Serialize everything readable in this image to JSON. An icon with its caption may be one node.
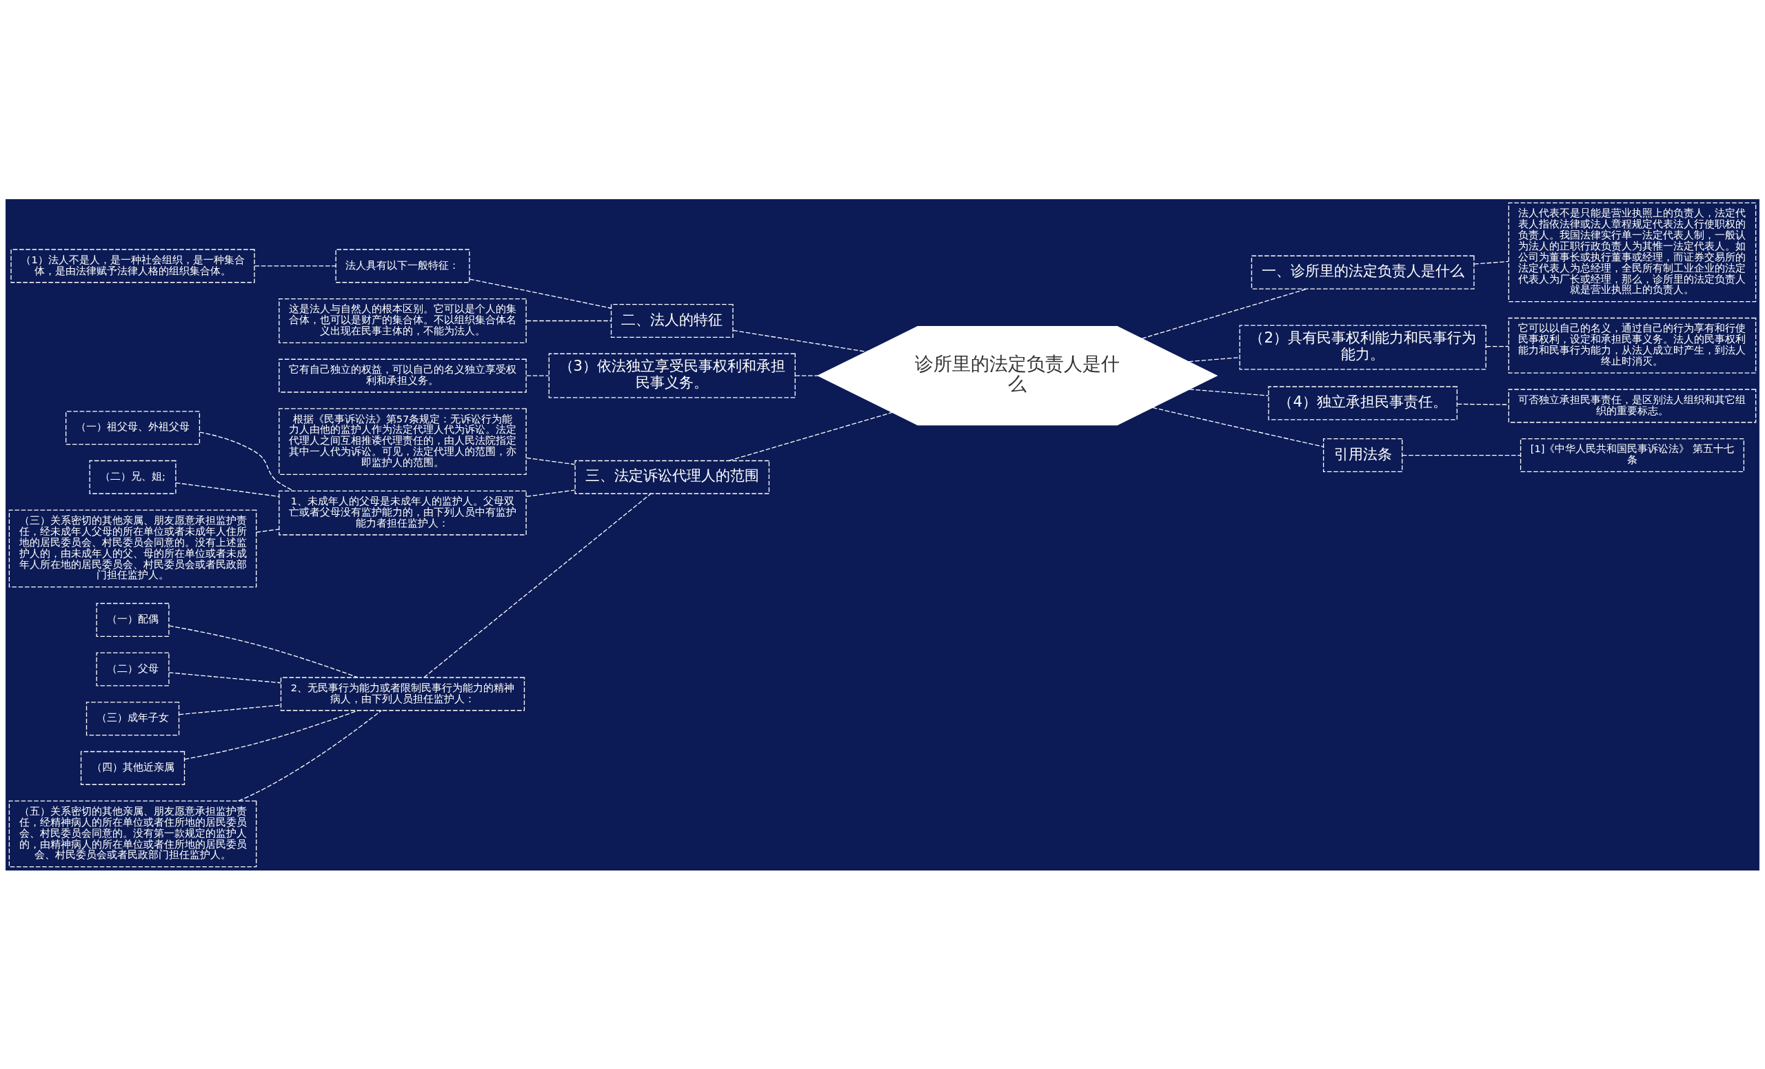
{
  "diagram": {
    "nodes": [
      {
        "text": [
          "诊所里的法定负责人是什么"
        ]
      },
      {
        "text": [
          "一、诊所里的法定负责人是什么"
        ]
      },
      {
        "text": [
          "法人代表不是只能是营业执照上的负责人，法定代表人指依法律或法人章程规定代表法人行使职权的负责人。我国法律实行单一法定代表人制，一般认为法人的正职行政负责人为其惟一法定代表人。如公司为董事长或执行董事或经理，而证券交易所的法定代表人为总经理，全民所有制工业企业的法定代表人为厂长或经理，那么，诊所里的法定负责人就是营业执照上的负责人。"
        ]
      },
      {
        "text": [
          "（2）具有民事权利能力和民事行为能力。"
        ]
      },
      {
        "text": [
          "它可以以自己的名义，通过自己的行为享有和行使民事权利，设定和承担民事义务。法人的民事权利能力和民事行为能力，从法人成立时产生，到法人终止时消灭。"
        ]
      },
      {
        "text": [
          "（4）独立承担民事责任。"
        ]
      },
      {
        "text": [
          "可否独立承担民事责任，是区别法人组织和其它组织的重要标志。"
        ]
      },
      {
        "text": [
          "引用法条"
        ]
      },
      {
        "text": [
          "[1]《中华人民共和国民事诉讼法》 第五十七条"
        ]
      },
      {
        "text": [
          "二、法人的特征"
        ]
      },
      {
        "text": [
          "法人具有以下一般特征："
        ]
      },
      {
        "text": [
          "（1）法人不是人，是一种社会组织，是一种集合体，是由法律赋予法律人格的组织集合体。"
        ]
      },
      {
        "text": [
          "这是法人与自然人的根本区别。它可以是个人的集合体，也可以是财产的集合体。不以组织集合体名义出现在民事主体的，不能为法人。"
        ]
      },
      {
        "text": [
          "（3）依法独立享受民事权利和承担民事义务。"
        ]
      },
      {
        "text": [
          "它有自己独立的权益，可以自己的名义独立享受权利和承担义务。"
        ]
      },
      {
        "text": [
          "三、法定诉讼代理人的范围"
        ]
      },
      {
        "text": [
          "根据《民事诉讼法》第57条规定：无诉讼行为能力人由他的监护人作为法定代理人代为诉讼。法定代理人之间互相推诿代理责任的，由人民法院指定其中一人代为诉讼。可见，法定代理人的范围，亦即监护人的范围。"
        ]
      },
      {
        "text": [
          "1、未成年人的父母是未成年人的监护人。父母双亡或者父母没有监护能力的，由下列人员中有监护能力者担任监护人："
        ]
      },
      {
        "text": [
          "（一）祖父母、外祖父母"
        ]
      },
      {
        "text": [
          "（二）兄、姐;"
        ]
      },
      {
        "text": [
          "（三）关系密切的其他亲属、朋友愿意承担监护责任，经未成年人父母的所在单位或者未成年人住所地的居民委员会、村民委员会同意的。没有上述监护人的，由未成年人的父、母的所在单位或者未成年人所在地的居民委员会、村民委员会或者民政部门担任监护人。"
        ]
      },
      {
        "text": [
          "2、无民事行为能力或者限制民事行为能力的精神病人，由下列人员担任监护人："
        ]
      },
      {
        "text": [
          "（一）配偶"
        ]
      },
      {
        "text": [
          "（二）父母"
        ]
      },
      {
        "text": [
          "（三）成年子女"
        ]
      },
      {
        "text": [
          "（四）其他近亲属"
        ]
      },
      {
        "text": [
          "（五）关系密切的其他亲属、朋友愿意承担监护责任，经精神病人的所在单位或者住所地的居民委员会、村民委员会同意的。没有第一款规定的监护人的，由精神病人的所在单位或者住所地的居民委员会、村民委员会或者民政部门担任监护人。"
        ]
      }
    ],
    "edges": [
      {
        "from": 0,
        "to": 1,
        "arrow": "none",
        "style": "dashed"
      },
      {
        "from": 1,
        "to": 2,
        "arrow": "none",
        "style": "dashed"
      },
      {
        "from": 0,
        "to": 3,
        "arrow": "none",
        "style": "dashed"
      },
      {
        "from": 3,
        "to": 4,
        "arrow": "none",
        "style": "dashed"
      },
      {
        "from": 0,
        "to": 5,
        "arrow": "none",
        "style": "dashed"
      },
      {
        "from": 5,
        "to": 6,
        "arrow": "none",
        "style": "dashed"
      },
      {
        "from": 0,
        "to": 7,
        "arrow": "none",
        "style": "dashed"
      },
      {
        "from": 7,
        "to": 8,
        "arrow": "none",
        "style": "dashed"
      },
      {
        "from": 9,
        "to": 0,
        "arrow": "none",
        "style": "dashed"
      },
      {
        "from": 10,
        "to": 9,
        "arrow": "none",
        "style": "dashed"
      },
      {
        "from": 11,
        "to": 10,
        "arrow": "none",
        "style": "dashed"
      },
      {
        "from": 12,
        "to": 9,
        "arrow": "none",
        "style": "dashed"
      },
      {
        "from": 13,
        "to": 0,
        "arrow": "none",
        "style": "dashed"
      },
      {
        "from": 14,
        "to": 13,
        "arrow": "none",
        "style": "dashed"
      },
      {
        "from": 15,
        "to": 0,
        "arrow": "none",
        "style": "dashed"
      },
      {
        "from": 16,
        "to": 15,
        "arrow": "none",
        "style": "dashed"
      },
      {
        "from": 17,
        "to": 15,
        "arrow": "none",
        "style": "dashed"
      },
      {
        "from": 18,
        "to": 17,
        "arrow": "none",
        "style": "dashed"
      },
      {
        "from": 19,
        "to": 17,
        "arrow": "none",
        "style": "dashed"
      },
      {
        "from": 20,
        "to": 17,
        "arrow": "none",
        "style": "dashed"
      },
      {
        "from": 21,
        "to": 15,
        "arrow": "none",
        "style": "dashed"
      },
      {
        "from": 22,
        "to": 21,
        "arrow": "none",
        "style": "dashed"
      },
      {
        "from": 23,
        "to": 21,
        "arrow": "none",
        "style": "dashed"
      },
      {
        "from": 24,
        "to": 21,
        "arrow": "none",
        "style": "dashed"
      },
      {
        "from": 25,
        "to": 21,
        "arrow": "none",
        "style": "dashed"
      },
      {
        "from": 26,
        "to": 21,
        "arrow": "none",
        "style": "dashed"
      }
    ]
  }
}
